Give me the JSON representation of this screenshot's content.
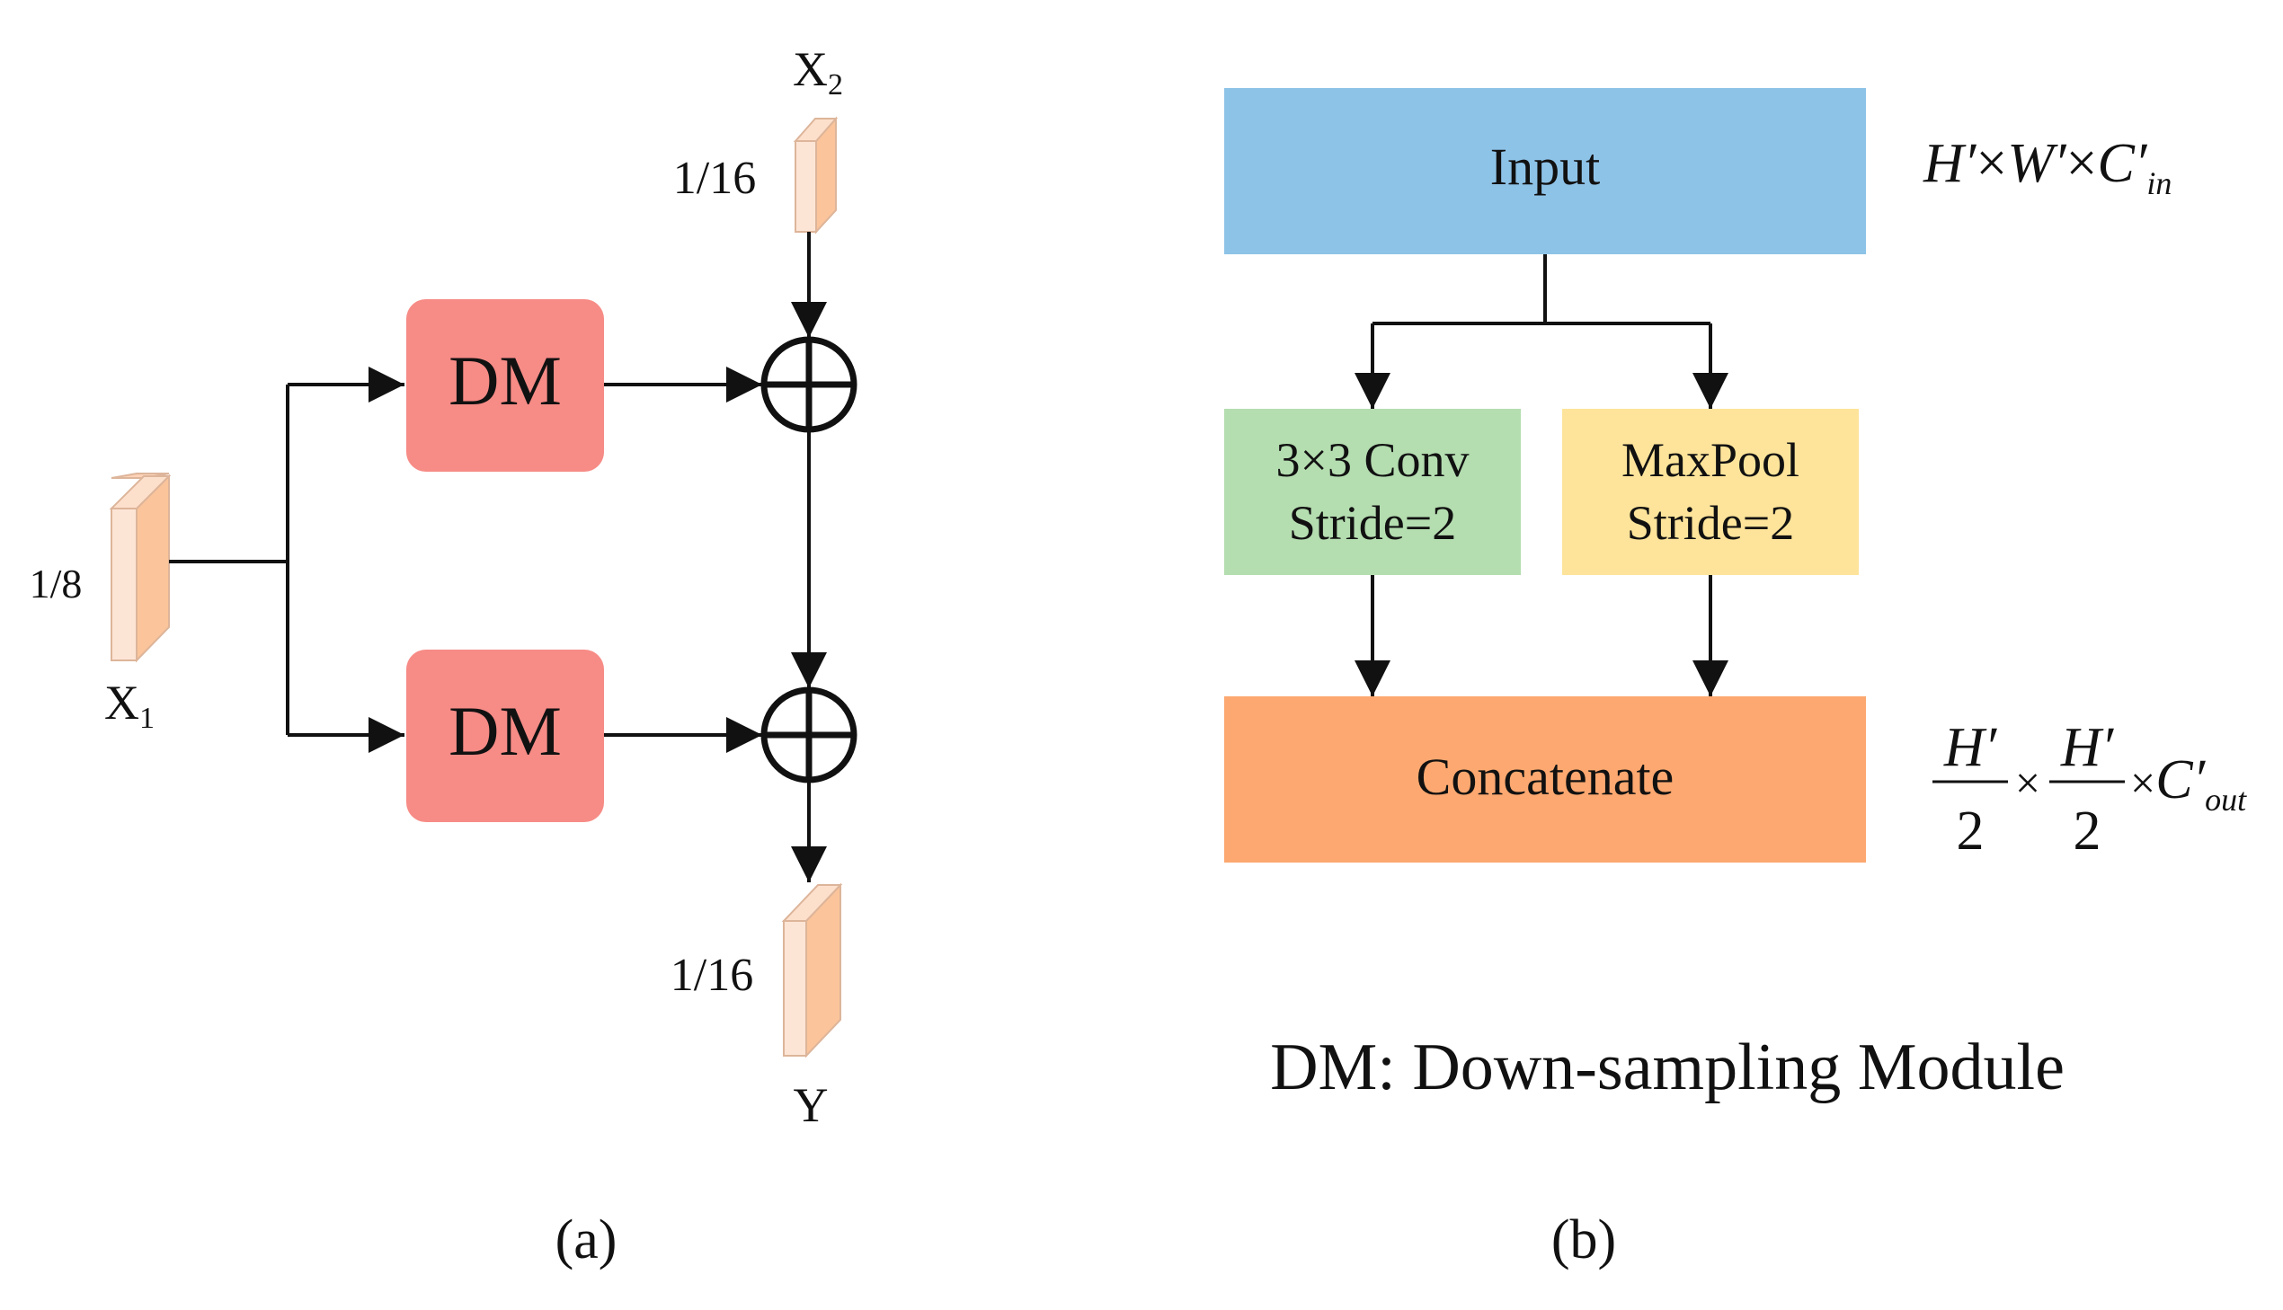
{
  "panel_a": {
    "caption": "(a)",
    "input_x1": {
      "label": "X",
      "subscript": "1",
      "scale": "1/8"
    },
    "input_x2": {
      "label": "X",
      "subscript": "2",
      "scale": "1/16"
    },
    "dm_top": "DM",
    "dm_bottom": "DM",
    "output": {
      "label": "Y",
      "scale": "1/16"
    }
  },
  "panel_b": {
    "caption": "(b)",
    "input_box": "Input",
    "conv_box": {
      "line1": "3×3 Conv",
      "line2": "Stride=2"
    },
    "pool_box": {
      "line1": "MaxPool",
      "line2": "Stride=2"
    },
    "concat_box": "Concatenate",
    "input_dims": {
      "h": "H",
      "w": "W",
      "c": "C",
      "c_sub": "in",
      "prime": "′",
      "times": "×"
    },
    "output_dims": {
      "h_num": "H",
      "w_num": "H",
      "den": "2",
      "c": "C",
      "c_sub": "out",
      "prime": "′",
      "times": "×"
    },
    "legend": "DM: Down-sampling Module"
  },
  "colors": {
    "dm": "#f78b86",
    "input": "#8ec3e8",
    "conv": "#b4ddb0",
    "pool": "#fde49a",
    "concat": "#fca870",
    "tensor_front": "#fde5d6",
    "tensor_side": "#fbc49a"
  }
}
